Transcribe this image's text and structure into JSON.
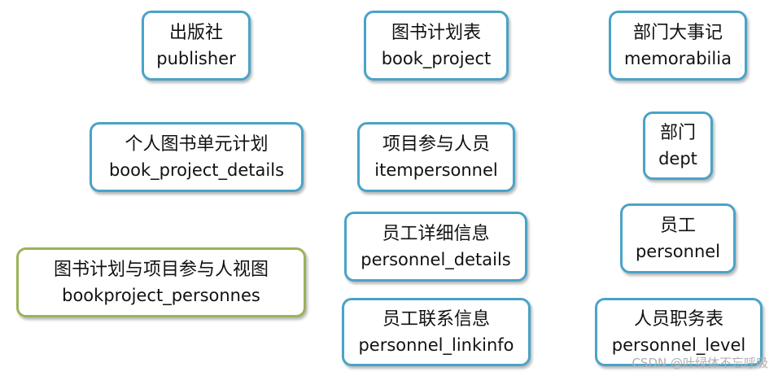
{
  "entities": [
    {
      "cn": "出版社",
      "en": "publisher"
    },
    {
      "cn": "图书计划表",
      "en": "book_project"
    },
    {
      "cn": "部门大事记",
      "en": "memorabilia"
    },
    {
      "cn": "个人图书单元计划",
      "en": "book_project_details"
    },
    {
      "cn": "项目参与人员",
      "en": "itempersonnel"
    },
    {
      "cn": "部门",
      "en": "dept"
    },
    {
      "cn": "员工详细信息",
      "en": "personnel_details"
    },
    {
      "cn": "员工",
      "en": "personnel"
    },
    {
      "cn": "图书计划与项目参与人视图",
      "en": "bookproject_personnes"
    },
    {
      "cn": "员工联系信息",
      "en": "personnel_linkinfo"
    },
    {
      "cn": "人员职务表",
      "en": "personnel_level"
    }
  ],
  "colors": {
    "table_border": "#4aa3c8",
    "view_border": "#9bb35a"
  },
  "watermark": "CSDN @叶绿体不忘呼吸"
}
